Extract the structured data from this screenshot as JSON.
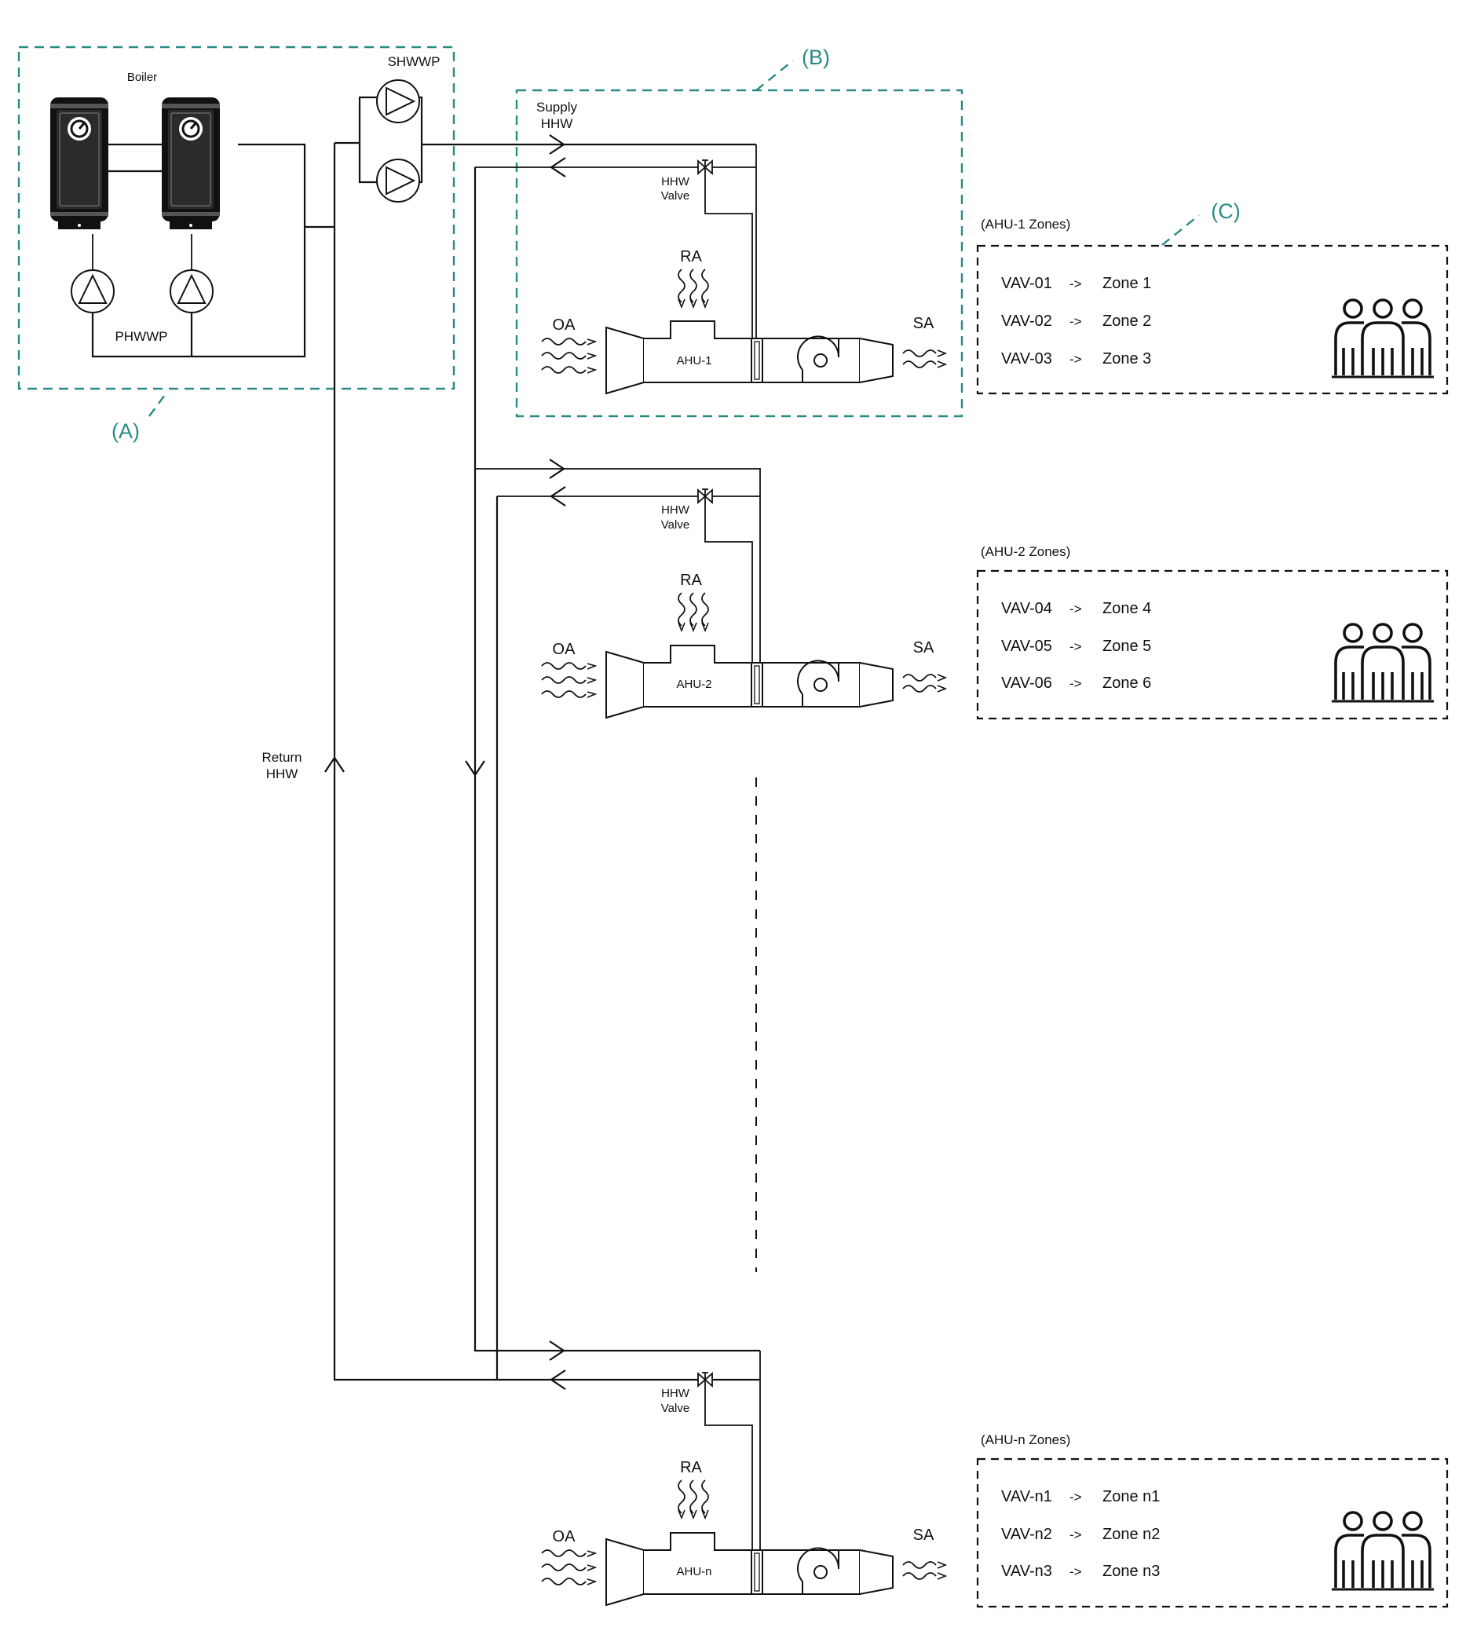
{
  "colors": {
    "line": "#111111",
    "accent": "#2a8a86",
    "boiler": "#111111",
    "background": "#ffffff"
  },
  "plant": {
    "boiler_label": "Boiler",
    "primary_pump_label": "PHWWP",
    "secondary_pump_label": "SHWWP",
    "tag": "(A)"
  },
  "pipes": {
    "supply_label": [
      "Supply",
      "HHW"
    ],
    "return_label": [
      "Return",
      "HHW"
    ]
  },
  "ahu_group_tag": "(B)",
  "zone_group_tag": "(C)",
  "ahus": [
    {
      "name": "AHU-1",
      "valve_label": [
        "HHW",
        "Valve"
      ],
      "ra_label": "RA",
      "oa_label": "OA",
      "sa_label": "SA",
      "zones_title": "(AHU-1 Zones)",
      "zones": [
        {
          "vav": "VAV-01",
          "arrow": "->",
          "zone": "Zone 1"
        },
        {
          "vav": "VAV-02",
          "arrow": "->",
          "zone": "Zone 2"
        },
        {
          "vav": "VAV-03",
          "arrow": "->",
          "zone": "Zone 3"
        }
      ]
    },
    {
      "name": "AHU-2",
      "valve_label": [
        "HHW",
        "Valve"
      ],
      "ra_label": "RA",
      "oa_label": "OA",
      "sa_label": "SA",
      "zones_title": "(AHU-2 Zones)",
      "zones": [
        {
          "vav": "VAV-04",
          "arrow": "->",
          "zone": "Zone 4"
        },
        {
          "vav": "VAV-05",
          "arrow": "->",
          "zone": "Zone 5"
        },
        {
          "vav": "VAV-06",
          "arrow": "->",
          "zone": "Zone 6"
        }
      ]
    },
    {
      "name": "AHU-n",
      "valve_label": [
        "HHW",
        "Valve"
      ],
      "ra_label": "RA",
      "oa_label": "OA",
      "sa_label": "SA",
      "zones_title": "(AHU-n Zones)",
      "zones": [
        {
          "vav": "VAV-n1",
          "arrow": "->",
          "zone": "Zone n1"
        },
        {
          "vav": "VAV-n2",
          "arrow": "->",
          "zone": "Zone n2"
        },
        {
          "vav": "VAV-n3",
          "arrow": "->",
          "zone": "Zone n3"
        }
      ]
    }
  ]
}
